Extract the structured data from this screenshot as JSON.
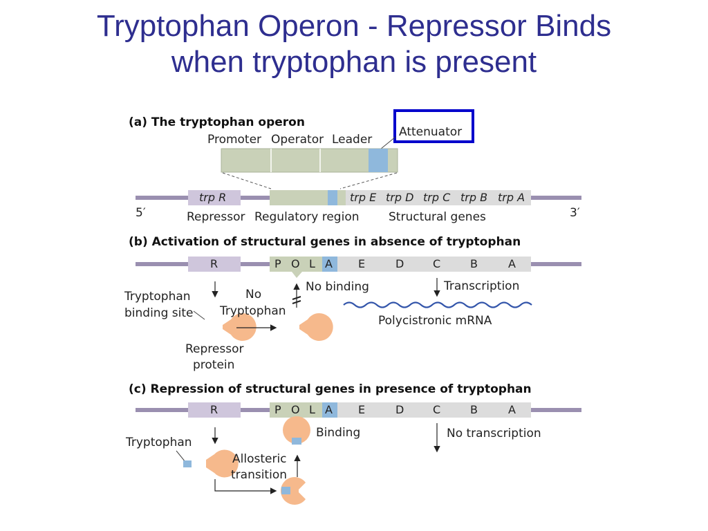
{
  "title": {
    "line1": "Tryptophan Operon - Repressor Binds",
    "line2": "when tryptophan is present"
  },
  "panel_a": {
    "heading": "(a) The tryptophan operon",
    "promoter": "Promoter",
    "operator": "Operator",
    "leader": "Leader",
    "attenuator": "Attenuator",
    "genes": [
      "trp R",
      "trp E",
      "trp D",
      "trp C",
      "trp B",
      "trp A"
    ],
    "five_prime": "5′",
    "three_prime": "3′",
    "repressor": "Repressor",
    "regulatory_region": "Regulatory region",
    "structural_genes": "Structural genes"
  },
  "panel_b": {
    "heading": "(b) Activation of structural genes in absence of tryptophan",
    "segments": [
      "R",
      "P",
      "O",
      "L",
      "A",
      "E",
      "D",
      "C",
      "B",
      "A"
    ],
    "tryptophan_binding_site_1": "Tryptophan",
    "tryptophan_binding_site_2": "binding site",
    "no_1": "No",
    "no_2": "Tryptophan",
    "no_binding": "No binding",
    "transcription": "Transcription",
    "polycistronic": "Polycistronic mRNA",
    "repressor_1": "Repressor",
    "repressor_2": "protein"
  },
  "panel_c": {
    "heading": "(c) Repression of structural genes in presence of tryptophan",
    "segments": [
      "R",
      "P",
      "O",
      "L",
      "A",
      "E",
      "D",
      "C",
      "B",
      "A"
    ],
    "tryptophan": "Tryptophan",
    "binding": "Binding",
    "no_transcription": "No transcription",
    "allosteric_1": "Allosteric",
    "allosteric_2": "transition"
  },
  "colors": {
    "title": "#2e2e8f",
    "highlight_box": "#0000cc",
    "dna": "#9a8fb0",
    "regulatory": "#c9d1b8",
    "gene_box": "#dcdcdc",
    "attenuator": "#8fb8dc",
    "repressor": "#f6b98c",
    "tryptophan": "#8fb8dc",
    "mrna": "#3355aa"
  }
}
